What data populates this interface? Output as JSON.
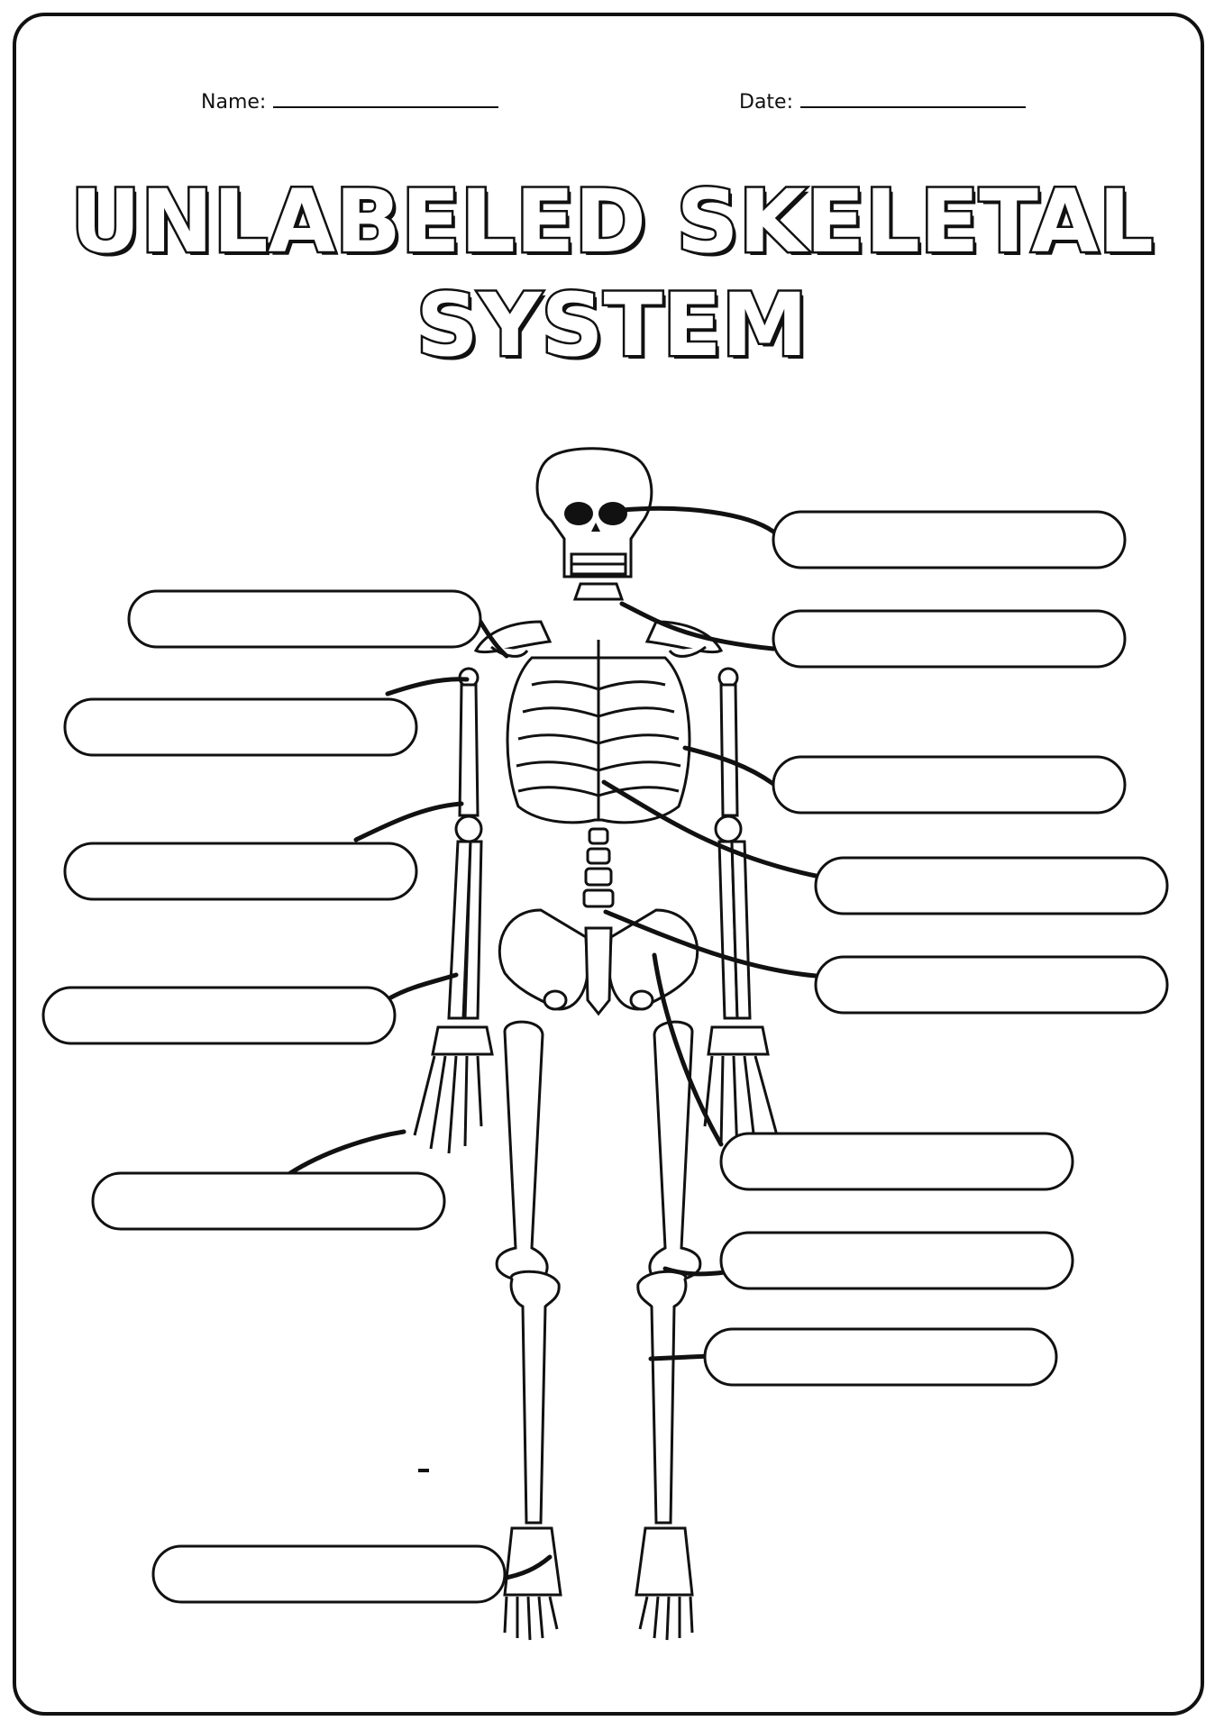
{
  "header": {
    "name_label": "Name:",
    "date_label": "Date:"
  },
  "title": {
    "line1": "UNLABELED SKELETAL",
    "line2": "SYSTEM"
  },
  "label_box_count_note": "",
  "colors": {
    "ink": "#111111",
    "paper": "#ffffff"
  }
}
